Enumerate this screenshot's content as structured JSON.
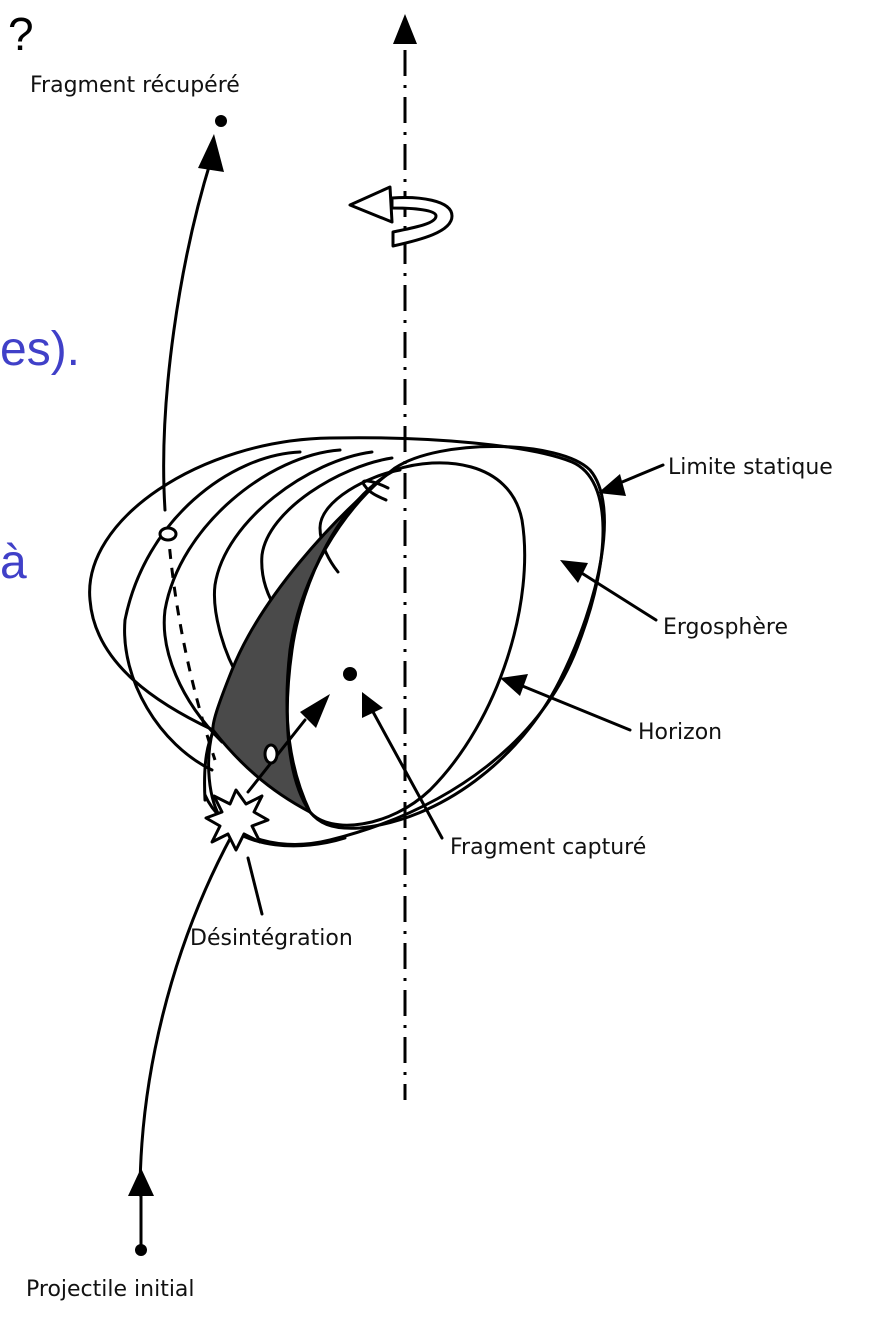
{
  "slide_fragments": {
    "question_mark": "?",
    "blue_text_1": "es).",
    "blue_text_2": "à",
    "blue_color": "#4040c8"
  },
  "labels": {
    "fragment_recupere": "Fragment récupéré",
    "limite_statique": "Limite statique",
    "ergosphere": "Ergosphère",
    "horizon": "Horizon",
    "fragment_capture": "Fragment capturé",
    "desintegration": "Désintégration",
    "projectile_initial": "Projectile initial"
  },
  "colors": {
    "line": "#000000",
    "shaded_region": "#4a4a4a",
    "background": "#ffffff"
  }
}
